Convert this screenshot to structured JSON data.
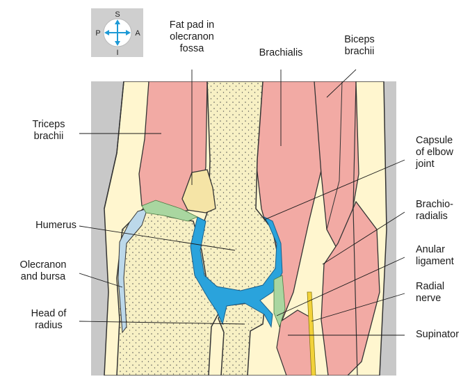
{
  "compass": {
    "superior": "S",
    "inferior": "I",
    "posterior": "P",
    "anterior": "A"
  },
  "labels": {
    "fat_pad": "Fat pad in\nolecranon\nfossa",
    "brachialis": "Brachialis",
    "biceps": "Biceps\nbrachii",
    "triceps": "Triceps\nbrachii",
    "capsule": "Capsule\nof elbow\njoint",
    "humerus": "Humerus",
    "brachioradialis": "Brachio-\nradialis",
    "olecranon": "Olecranon\nand bursa",
    "anular": "Anular\nligament",
    "radial_nerve": "Radial\nnerve",
    "head_radius": "Head of\nradius",
    "supinator": "Supinator"
  },
  "colors": {
    "muscle": "#f2aaa4",
    "bone": "#f7f0c4",
    "skin": "#fff6cf",
    "background": "#c8c8c8",
    "cartilage": "#2aa3dc",
    "fat_pad": "#f5e4a6",
    "tendon": "#a9d6a0",
    "nerve": "#f2d23a"
  }
}
